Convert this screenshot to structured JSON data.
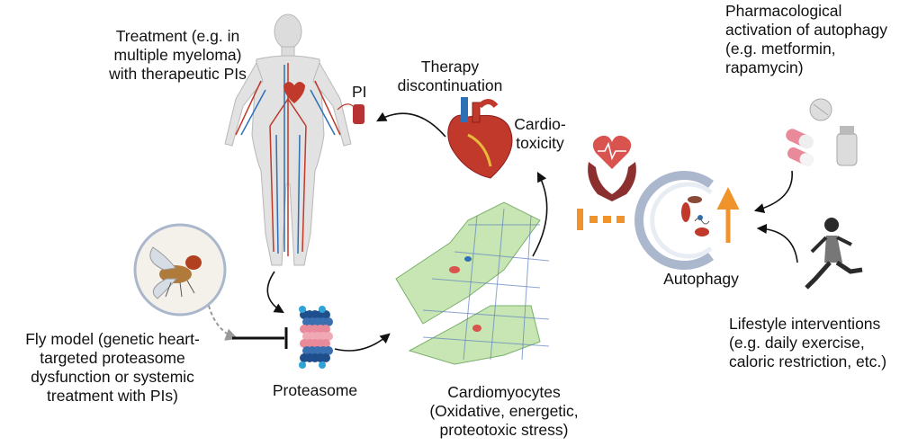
{
  "labels": {
    "treatment": [
      "Treatment (e.g. in",
      "multiple myeloma)",
      "with therapeutic PIs"
    ],
    "pi": "PI",
    "therapy_discontinuation": [
      "Therapy",
      "discontinuation"
    ],
    "cardiotoxicity": [
      "Cardio-",
      "toxicity"
    ],
    "pharmacological": [
      "Pharmacological",
      "activation of autophagy",
      "(e.g. metformin,",
      "rapamycin)"
    ],
    "autophagy": "Autophagy",
    "lifestyle": [
      "Lifestyle interventions",
      "(e.g. daily exercise,",
      "caloric restriction, etc.)"
    ],
    "fly_model": [
      "Fly model (genetic heart-",
      "targeted proteasome",
      "dysfunction or systemic",
      "treatment with PIs)"
    ],
    "proteasome": "Proteasome",
    "cardiomyocytes": [
      "Cardiomyocytes",
      "(Oxidative, energetic,",
      "proteotoxic stress)"
    ]
  },
  "colors": {
    "arrow": "#111111",
    "orange": "#f0932b",
    "heart_red": "#c0392b",
    "care_hand": "#8b2f2f",
    "proteasome_blue": "#1f4e8c",
    "proteasome_pink": "#e88a9a",
    "cell_green": "#c8e6b4",
    "mesh_blue": "#5b7fc0",
    "body_gray": "#d9d9d9",
    "autophagosome": "#aab7cc"
  }
}
